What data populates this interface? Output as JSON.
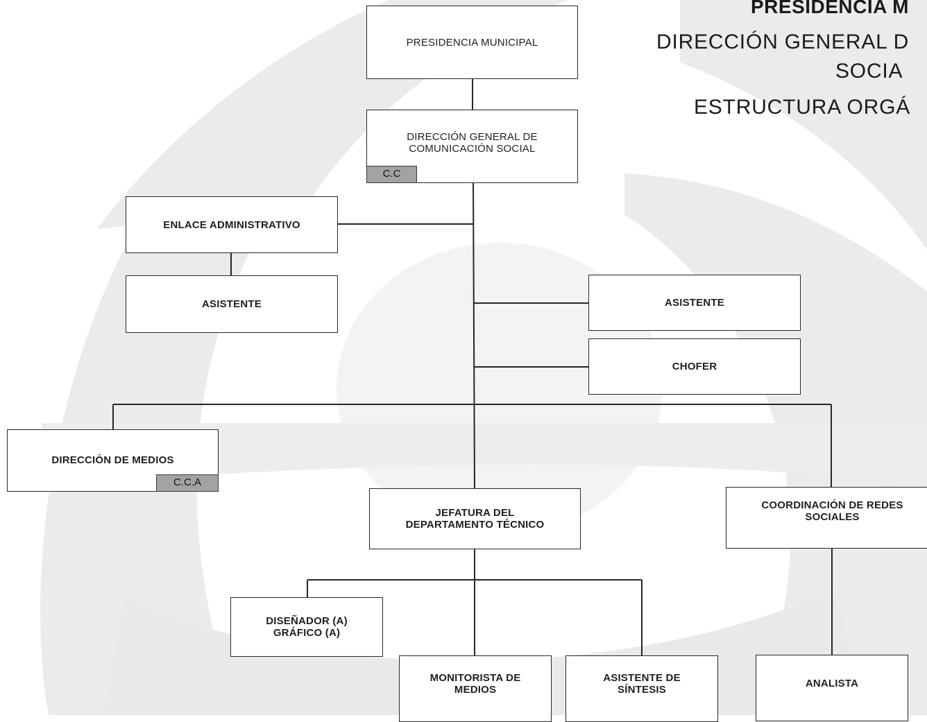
{
  "header": {
    "org": "PRESIDENCIA M",
    "direction_line1": "DIRECCIÓN GENERAL D",
    "direction_line2": "SOCIA",
    "structure": "ESTRUCTURA ORGÁ"
  },
  "nodes": {
    "presidencia": "PRESIDENCIA MUNICIPAL",
    "direccion_general": "DIRECCIÓN GENERAL DE\nCOMUNICACIÓN SOCIAL",
    "direccion_general_badge": "C.C",
    "enlace": "ENLACE ADMINISTRATIVO",
    "asistente_left": "ASISTENTE",
    "asistente_right": "ASISTENTE",
    "chofer": "CHOFER",
    "direccion_medios": "DIRECCIÓN DE MEDIOS",
    "direccion_medios_badge": "C.C.A",
    "jefatura": "JEFATURA DEL\nDEPARTAMENTO TÉCNICO",
    "coordinacion": "COORDINACIÓN DE REDES\nSOCIALES",
    "disenador": "DISEÑADOR (A)\nGRÁFICO (A)",
    "monitorista": "MONITORISTA DE\nMEDIOS",
    "asistente_sintesis": "ASISTENTE DE\nSÍNTESIS",
    "analista": "ANALISTA"
  }
}
